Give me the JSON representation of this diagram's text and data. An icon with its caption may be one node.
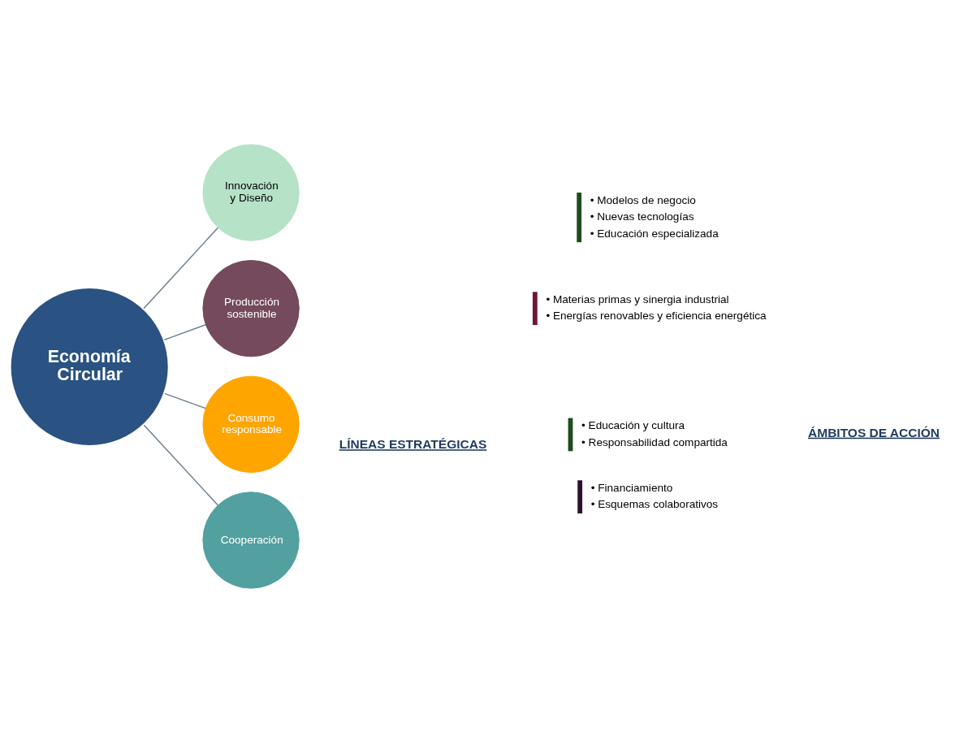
{
  "diagram": {
    "nodes": [
      {
        "text": [
          "Economía Circular"
        ]
      },
      {
        "text": [
          "Innovación y Diseño"
        ]
      },
      {
        "text": [
          "Producción sostenible"
        ]
      },
      {
        "text": [
          "Consumo responsable"
        ]
      },
      {
        "text": [
          "Cooperación"
        ]
      },
      {
        "text": [
          "• Modelos de negocio",
          "• Nuevas tecnologías",
          "• Educación especializada"
        ]
      },
      {
        "text": [
          "• Materias primas y sinergia industrial",
          "• Energías renovables y eficiencia energética"
        ]
      },
      {
        "text": [
          "• Educación y cultura",
          "• Responsabilidad compartida"
        ]
      },
      {
        "text": [
          "• Financiamiento",
          "• Esquemas colaborativos"
        ]
      }
    ],
    "edges": [
      {
        "from": 0,
        "to": 1,
        "arrow": "none"
      },
      {
        "from": 0,
        "to": 2,
        "arrow": "none"
      },
      {
        "from": 0,
        "to": 3,
        "arrow": "none"
      },
      {
        "from": 0,
        "to": 4,
        "arrow": "none"
      }
    ],
    "labels": [
      "LÍNEAS ESTRATÉGICAS",
      "ÁMBITOS DE ACCIÓN"
    ]
  }
}
